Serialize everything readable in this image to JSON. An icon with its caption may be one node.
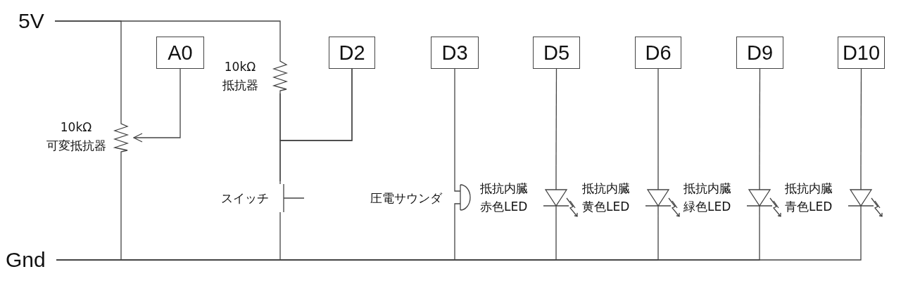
{
  "diagram": {
    "nodes": [
      {
        "text": [
          "5V"
        ]
      },
      {
        "text": [
          "Gnd"
        ]
      },
      {
        "text": [
          "A0"
        ]
      },
      {
        "text": [
          "D2"
        ]
      },
      {
        "text": [
          "D3"
        ]
      },
      {
        "text": [
          "D5"
        ]
      },
      {
        "text": [
          "D6"
        ]
      },
      {
        "text": [
          "D9"
        ]
      },
      {
        "text": [
          "D10"
        ]
      },
      {
        "text": [],
        "shape": "potentiometer",
        "beside": [
          "10kΩ",
          "可変抵抗器"
        ]
      },
      {
        "text": [],
        "shape": "resistor",
        "beside": [
          "10kΩ",
          "抵抗器"
        ]
      },
      {
        "text": [],
        "shape": "switch",
        "beside": [
          "スイッチ"
        ]
      },
      {
        "text": [],
        "shape": "buzzer",
        "beside": [
          "圧電サウンダ"
        ]
      },
      {
        "text": [],
        "shape": "led",
        "beside": [
          "抵抗内臓",
          "赤色LED"
        ]
      },
      {
        "text": [],
        "shape": "led",
        "beside": [
          "抵抗内臓",
          "黄色LED"
        ]
      },
      {
        "text": [],
        "shape": "led",
        "beside": [
          "抵抗内臓",
          "緑色LED"
        ]
      },
      {
        "text": [],
        "shape": "led",
        "beside": [
          "抵抗内臓",
          "青色LED"
        ]
      }
    ],
    "edges": [
      {
        "from": 0,
        "to": 9,
        "arrow": "none"
      },
      {
        "from": 0,
        "to": 10,
        "arrow": "none"
      },
      {
        "from": 2,
        "to": 9,
        "arrow": "to"
      },
      {
        "from": 9,
        "to": 1,
        "arrow": "none"
      },
      {
        "from": 10,
        "to": 11,
        "arrow": "none"
      },
      {
        "from": 3,
        "to": 10,
        "arrow": "none"
      },
      {
        "from": 3,
        "to": 11,
        "arrow": "none"
      },
      {
        "from": 11,
        "to": 1,
        "arrow": "none"
      },
      {
        "from": 4,
        "to": 12,
        "arrow": "none"
      },
      {
        "from": 12,
        "to": 1,
        "arrow": "none"
      },
      {
        "from": 5,
        "to": 13,
        "arrow": "none"
      },
      {
        "from": 13,
        "to": 1,
        "arrow": "none"
      },
      {
        "from": 6,
        "to": 14,
        "arrow": "none"
      },
      {
        "from": 14,
        "to": 1,
        "arrow": "none"
      },
      {
        "from": 7,
        "to": 15,
        "arrow": "none"
      },
      {
        "from": 15,
        "to": 1,
        "arrow": "none"
      },
      {
        "from": 8,
        "to": 16,
        "arrow": "none"
      },
      {
        "from": 16,
        "to": 1,
        "arrow": "none"
      }
    ]
  }
}
